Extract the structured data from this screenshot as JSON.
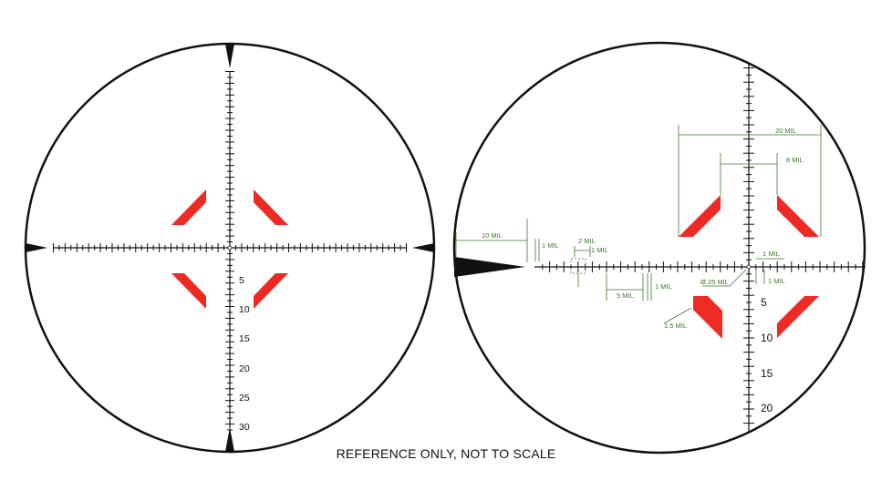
{
  "caption": "REFERENCE ONLY, NOT TO SCALE",
  "colors": {
    "reticle": "#111111",
    "chevrons": "#ee2a24",
    "dimensions": "#3a7a2a"
  },
  "left_reticle": {
    "lower_labels": [
      "5",
      "10",
      "15",
      "20",
      "25",
      "30"
    ]
  },
  "right_reticle": {
    "lower_labels": [
      "5",
      "10",
      "15",
      "20"
    ],
    "dimension_labels": {
      "top_span": "20 MIL",
      "inner_span": "8 MIL",
      "post_span": "10 MIL",
      "small_left": "1 MIL",
      "tick_spacing": "2 MIL",
      "tick_small": "1 MIL",
      "mid_gap": "5 MIL",
      "mid_small": "1 MIL",
      "dot": "Ø.25 MIL",
      "right_a": "1 MIL",
      "right_b": "1 MIL",
      "chevron_width": "1.5 MIL"
    }
  }
}
